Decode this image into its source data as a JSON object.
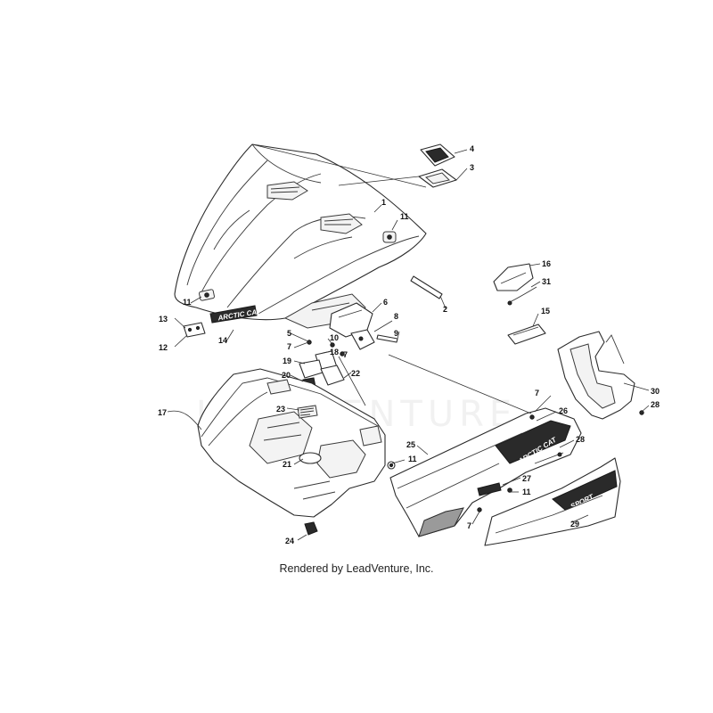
{
  "footer": {
    "text": "Rendered by LeadVenture, Inc."
  },
  "watermark": {
    "text": "LEADVENTURE"
  },
  "decals": {
    "brand": "ARCTIC CAT",
    "side_panel": "SPORT"
  },
  "callouts": [
    "1",
    "2",
    "3",
    "4",
    "5",
    "6",
    "7",
    "8",
    "9",
    "10",
    "11",
    "12",
    "13",
    "14",
    "15",
    "16",
    "17",
    "18",
    "19",
    "20",
    "21",
    "22",
    "23",
    "24",
    "25",
    "26",
    "27",
    "28",
    "29",
    "30",
    "31"
  ],
  "colors": {
    "line": "#2b2b2b",
    "dark_fill": "#2a2a2a"
  }
}
